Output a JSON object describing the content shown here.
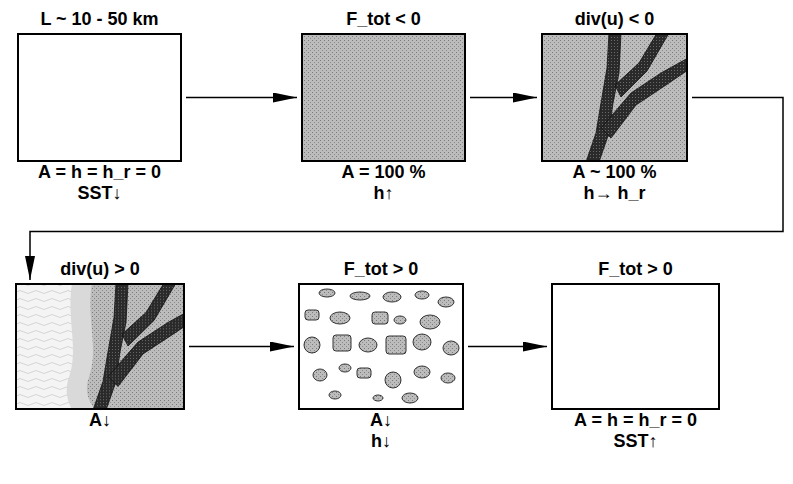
{
  "diagram": {
    "nodes": [
      {
        "text": [
          "L ~ 10 - 50 km",
          "A = h = h_r = 0",
          "SST↓"
        ]
      },
      {
        "text": [
          "F_tot < 0",
          "A = 100 %",
          "h↑"
        ]
      },
      {
        "text": [
          "div(u) < 0",
          "A ~ 100 %",
          "h→ h_r"
        ]
      },
      {
        "text": [
          "div(u) > 0",
          "A↓"
        ]
      },
      {
        "text": [
          "F_tot > 0",
          "A↓",
          "h↓"
        ]
      },
      {
        "text": [
          "F_tot > 0",
          "A = h = h_r = 0",
          "SST↑"
        ]
      }
    ],
    "edges": [
      {
        "from": 0,
        "to": 1,
        "arrow": "to"
      },
      {
        "from": 1,
        "to": 2,
        "arrow": "to"
      },
      {
        "from": 2,
        "to": 3,
        "arrow": "to"
      },
      {
        "from": 3,
        "to": 4,
        "arrow": "to"
      },
      {
        "from": 4,
        "to": 5,
        "arrow": "to"
      }
    ]
  }
}
